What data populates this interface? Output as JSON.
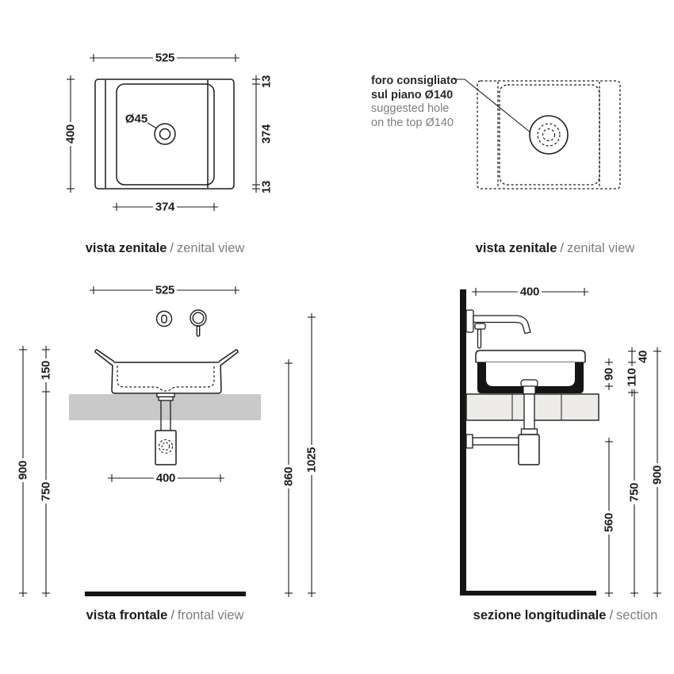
{
  "plan": {
    "dim_width": "525",
    "dim_height": "400",
    "dim_edge_top": "13",
    "dim_inner_height": "374",
    "dim_edge_bottom": "13",
    "dim_inner_width": "374",
    "drain_label": "Ø45",
    "caption_it": "vista zenitale",
    "caption_sep": "/",
    "caption_en": "zenital view"
  },
  "plan_hole": {
    "note_it_1": "foro consigliato",
    "note_it_2": "sul piano Ø140",
    "note_en_1": "suggested hole",
    "note_en_2": "on the top Ø140",
    "caption_it": "vista zenitale",
    "caption_sep": "/",
    "caption_en": "zenital view"
  },
  "front": {
    "dim_width": "525",
    "dim_basin_height": "150",
    "dim_total_height": "900",
    "dim_counter_height": "750",
    "dim_bottom_width": "400",
    "dim_rim_from_floor": "860",
    "dim_spout_from_floor": "1025",
    "caption_it": "vista frontale",
    "caption_sep": "/",
    "caption_en": "frontal view"
  },
  "section": {
    "dim_depth": "400",
    "dim_bowl_depth": "90",
    "dim_above_counter": "110",
    "dim_rim_band": "40",
    "dim_pipe_from_floor": "560",
    "dim_counter_from_floor": "750",
    "dim_total_height": "900",
    "caption_it": "sezione longitudinale",
    "caption_sep": "/",
    "caption_en": "section"
  },
  "colors": {
    "ink": "#1c1c1c",
    "muted_text": "#7d7d7d",
    "counter_gray": "#c9c9c9",
    "section_slab": "#edece9"
  }
}
